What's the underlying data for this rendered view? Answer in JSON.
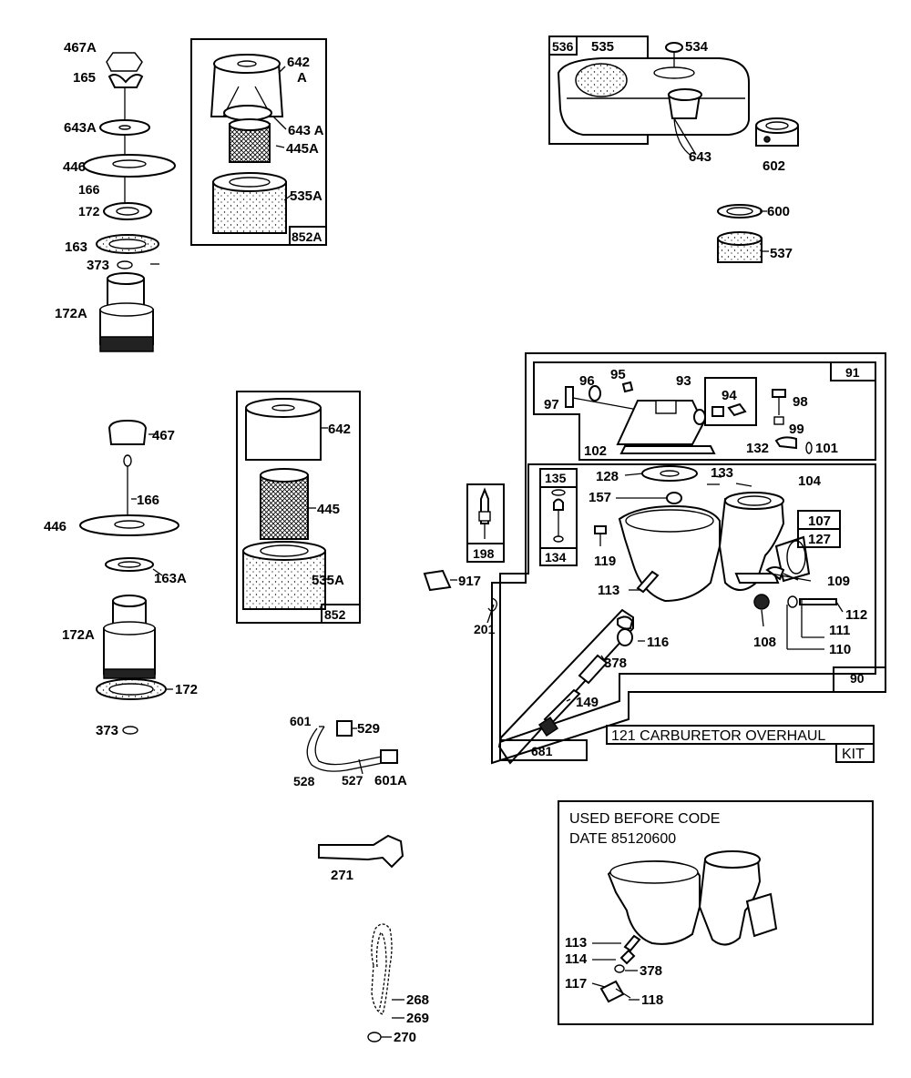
{
  "labels": {
    "l467A": "467A",
    "l165": "165",
    "l643A": "643A",
    "l446a": "446",
    "l166a": "166",
    "l172a": "172",
    "l163": "163",
    "l373a": "373",
    "l172Aa": "172A",
    "l642A_1": "642",
    "l642A_2": "A",
    "l643A2": "643 A",
    "l445A": "445A",
    "l535A": "535A",
    "l852A": "852A",
    "l536": "536",
    "l535": "535",
    "l534": "534",
    "l643": "643",
    "l602": "602",
    "l600": "600",
    "l537": "537",
    "l467": "467",
    "l166b": "166",
    "l446b": "446",
    "l163A": "163A",
    "l172Ab": "172A",
    "l172b": "172",
    "l373b": "373",
    "l642": "642",
    "l445": "445",
    "l535Ab": "535A",
    "l852": "852",
    "l198": "198",
    "l917": "917",
    "l201": "201",
    "l91": "91",
    "l96": "96",
    "l95": "95",
    "l93": "93",
    "l94": "94",
    "l98": "98",
    "l97": "97",
    "l99": "99",
    "l102": "102",
    "l132": "132",
    "l101": "101",
    "l135": "135",
    "l134": "134",
    "l128": "128",
    "l157": "157",
    "l133": "133",
    "l104": "104",
    "l107": "107",
    "l127": "127",
    "l119": "119",
    "l113": "113",
    "l109": "109",
    "l112": "112",
    "l116": "116",
    "l111": "111",
    "l108": "108",
    "l110": "110",
    "l378": "378",
    "l149": "149",
    "l90": "90",
    "l681": "681",
    "l121kit": "121 CARBURETOR OVERHAUL",
    "l121kit2": "KIT",
    "l601": "601",
    "l529": "529",
    "l528": "528",
    "l527": "527",
    "l601A": "601A",
    "l271": "271",
    "l268": "268",
    "l269": "269",
    "l270": "270",
    "note1": "USED BEFORE CODE",
    "note2": "DATE 85120600",
    "l113b": "113",
    "l114": "114",
    "l378b": "378",
    "l117": "117",
    "l118": "118"
  }
}
